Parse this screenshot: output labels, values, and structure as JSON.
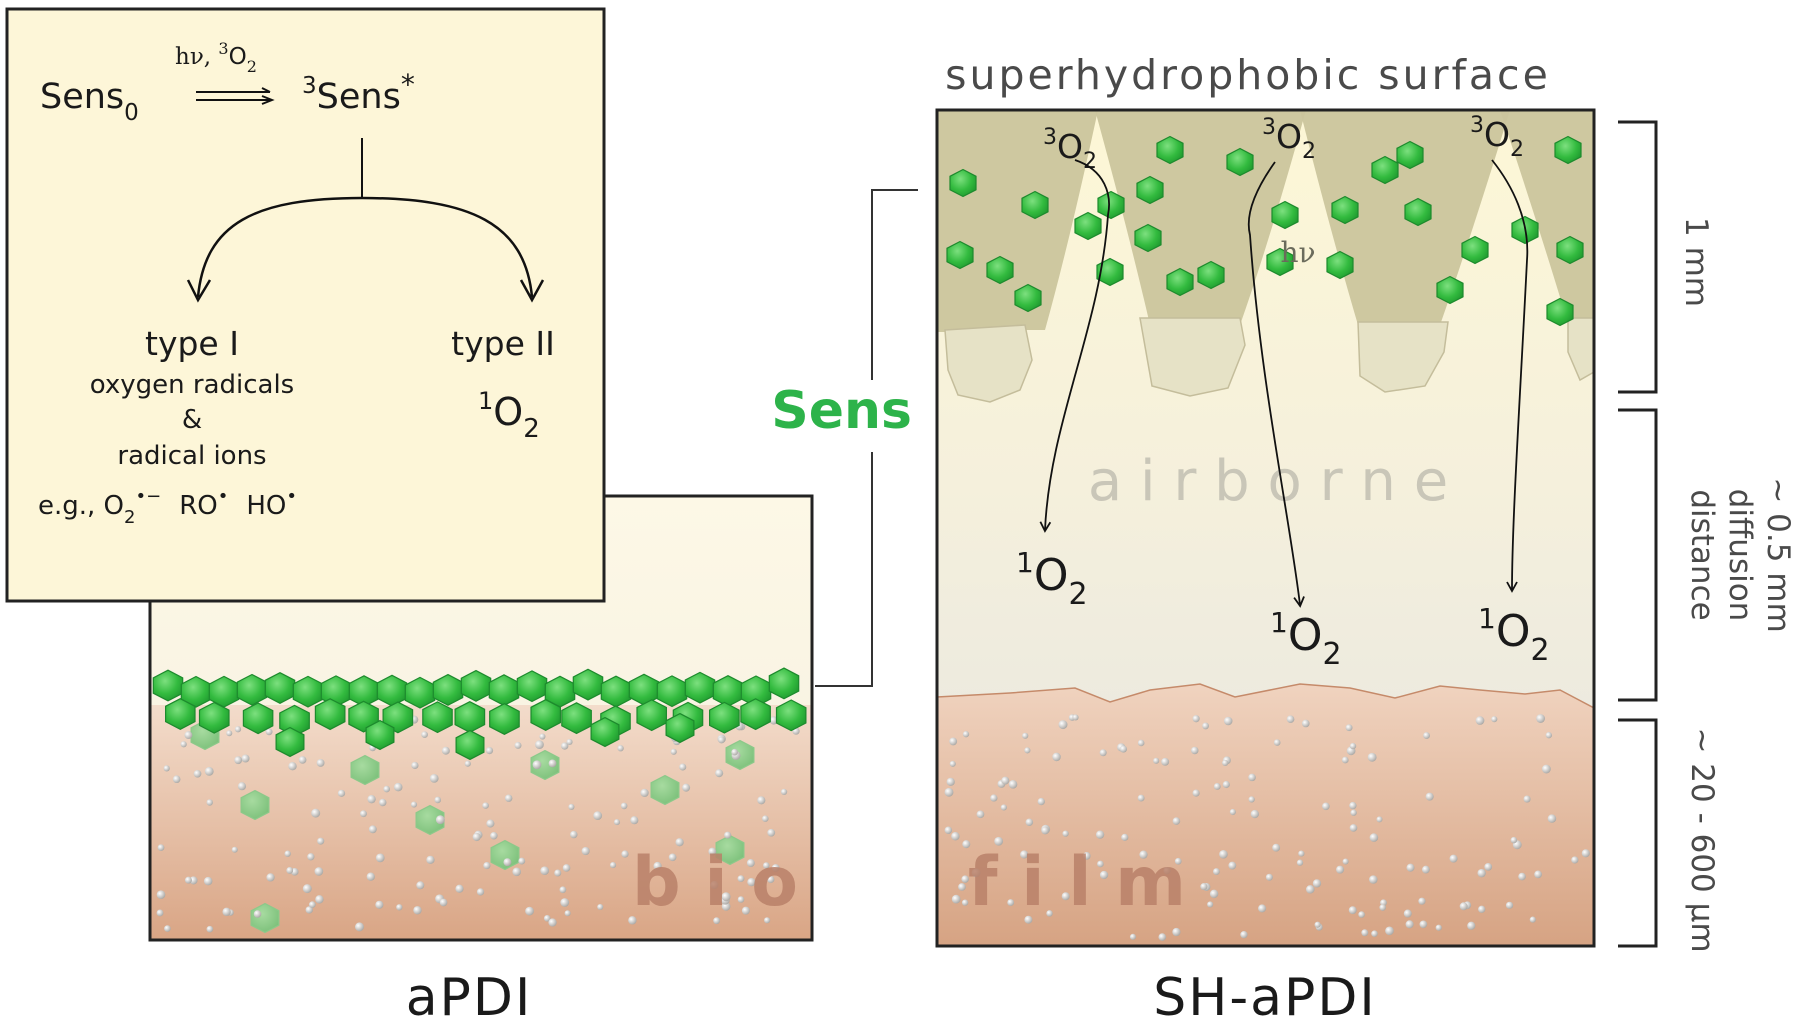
{
  "mechanism": {
    "sens0_base": "Sens",
    "sens0_sub": "0",
    "arrow_label_hv": "hν, ",
    "arrow_label_o2_sup": "3",
    "arrow_label_o2": "O",
    "arrow_label_o2_sub": "2",
    "sens3_sup": "3",
    "sens3_base": "Sens",
    "sens3_star": "*",
    "type1_title": "type I",
    "type1_line1": "oxygen radicals",
    "type1_line2": "&",
    "type1_line3": "radical ions",
    "examples_prefix": "e.g., O",
    "examples_o2_sub": "2",
    "examples_o2_sup": "•−",
    "examples_ro": "RO",
    "examples_ho": "HO",
    "examples_dot": "•",
    "type2_title": "type II",
    "singlet_sup": "1",
    "singlet_base": "O",
    "singlet_sub": "2"
  },
  "labels": {
    "superhydrophobic": "superhydrophobic surface",
    "sens": "Sens",
    "hv": "hν",
    "airborne": "a i r b o r n e",
    "bio": "b i o",
    "film": "f i l m",
    "apdi": "aPDI",
    "shapdi": "SH-aPDI"
  },
  "oxygen": {
    "triplet_sup": "3",
    "singlet_sup": "1",
    "base": "O",
    "sub": "2"
  },
  "scale": {
    "s1": "1 mm",
    "s2_line1": "~ 0.5 mm",
    "s2_line2": "diffusion",
    "s2_line3": "distance",
    "s3": "~ 20 - 600 μm"
  },
  "colors": {
    "sens_green": "#2db34a",
    "sens_dark": "#1e8a33",
    "cream": "#fdf6d8",
    "biofilm_top": "#efd6c3",
    "biofilm_bottom": "#d9a585",
    "post": "#cfc9a1",
    "text_dark": "#1a1a1a"
  }
}
